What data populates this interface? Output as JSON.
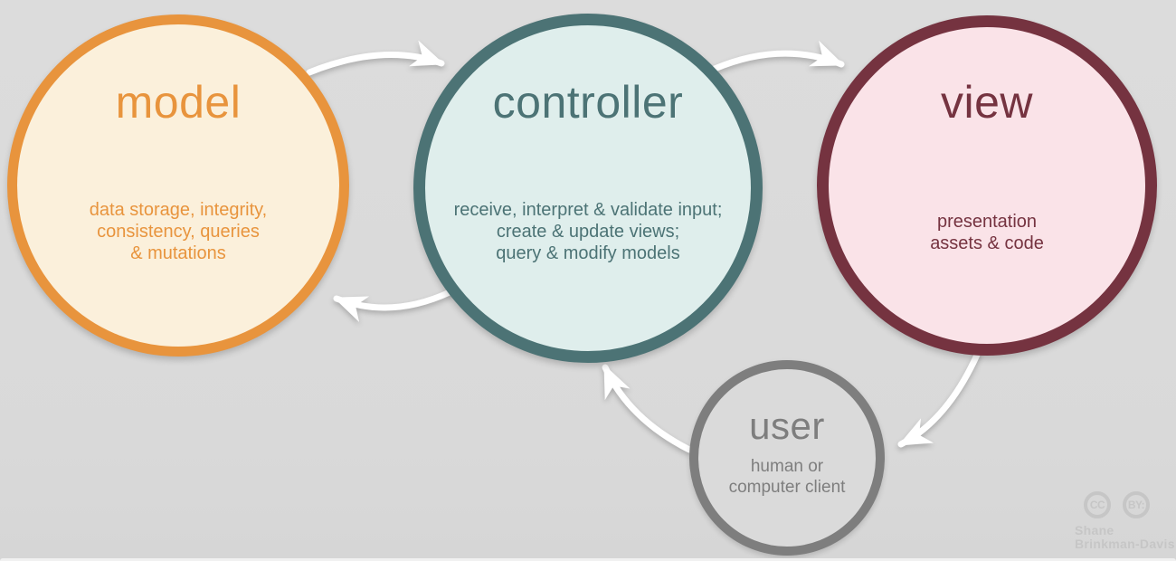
{
  "background_color": "#dadada",
  "arrow_color": "#ffffff",
  "nodes": [
    {
      "id": "model",
      "title": "model",
      "description": "data storage, integrity,\nconsistency, queries\n& mutations",
      "border_color": "#e8943d",
      "fill_color": "#fbf0db",
      "text_color": "#e8943d"
    },
    {
      "id": "controller",
      "title": "controller",
      "description": "receive, interpret & validate input;\ncreate & update views;\nquery & modify models",
      "border_color": "#4c7375",
      "fill_color": "#dfeeec",
      "text_color": "#4c7375"
    },
    {
      "id": "view",
      "title": "view",
      "description": "presentation\nassets & code",
      "border_color": "#753340",
      "fill_color": "#fae3e8",
      "text_color": "#753340"
    },
    {
      "id": "user",
      "title": "user",
      "description": "human or\ncomputer client",
      "border_color": "#7e7e7e",
      "fill_color": "#dadada",
      "text_color": "#7e7e7e"
    }
  ],
  "arrows": [
    {
      "from": "model",
      "to": "controller"
    },
    {
      "from": "controller",
      "to": "view"
    },
    {
      "from": "controller",
      "to": "model"
    },
    {
      "from": "view",
      "to": "user"
    },
    {
      "from": "user",
      "to": "controller"
    }
  ],
  "attribution": {
    "cc_label": "CC",
    "by_label": "BY:",
    "author_line1": "Shane",
    "author_line2": "Brinkman-Davis",
    "color": "#c6c6c6"
  }
}
